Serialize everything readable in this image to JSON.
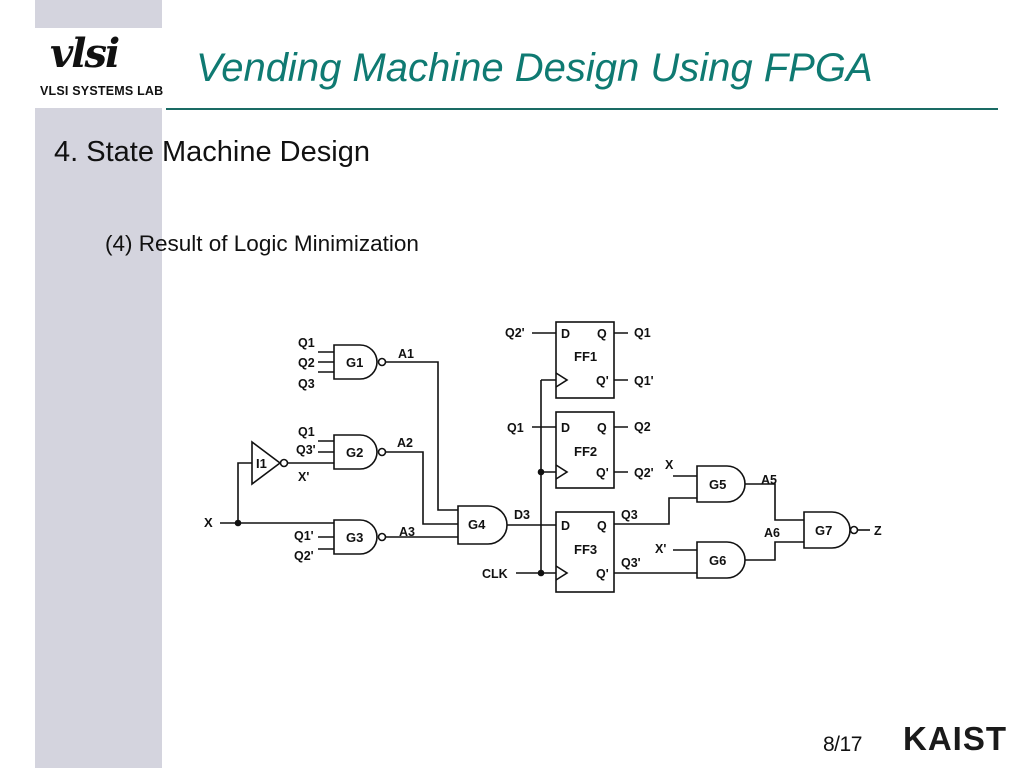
{
  "logo": {
    "mark": "vlsi",
    "text": "VLSI SYSTEMS LAB"
  },
  "title": "Vending Machine Design Using FPGA",
  "heading": "4. State Machine Design",
  "subheading": "(4) Result of Logic Minimization",
  "diagram": {
    "g1_inputs": [
      "Q1",
      "Q2",
      "Q3"
    ],
    "g1_label": "G1",
    "g1_output": "A1",
    "g2_inputs": [
      "Q1",
      "Q3'",
      "X'"
    ],
    "g2_label": "G2",
    "g2_output": "A2",
    "g3_inputs": [
      "Q1'",
      "Q2'"
    ],
    "g3_label": "G3",
    "g3_output": "A3",
    "inverter_label": "I1",
    "x_input": "X",
    "g4_label": "G4",
    "g4_output": "D3",
    "ff1": {
      "label": "FF1",
      "d_in": "Q2'",
      "d": "D",
      "q": "Q",
      "qn": "Q'",
      "q_out": "Q1",
      "qn_out": "Q1'"
    },
    "ff2": {
      "label": "FF2",
      "d_in": "Q1",
      "d": "D",
      "q": "Q",
      "qn": "Q'",
      "q_out": "Q2",
      "qn_out": "Q2'"
    },
    "ff3": {
      "label": "FF3",
      "d": "D",
      "q": "Q",
      "qn": "Q'",
      "q_out": "Q3",
      "qn_out": "Q3'"
    },
    "clk": "CLK",
    "g5_input_x": "X",
    "g5_label": "G5",
    "g5_output": "A5",
    "g6_input_x": "X'",
    "g6_label": "G6",
    "g6_output": "A6",
    "g7_label": "G7",
    "g7_output": "Z"
  },
  "footer": {
    "page": "8/17",
    "brand": "KAIST"
  }
}
